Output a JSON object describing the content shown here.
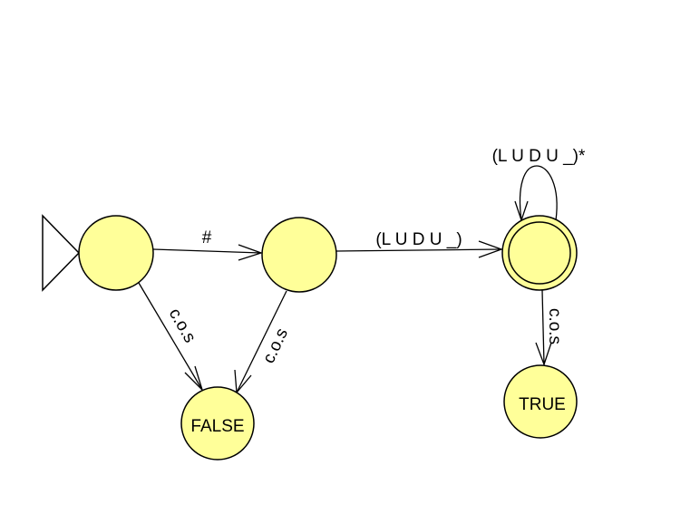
{
  "colors": {
    "state_fill": "#ffff99",
    "stroke": "#000000",
    "background": "#ffffff"
  },
  "states": {
    "q0": {
      "label": "",
      "initial": true
    },
    "q1": {
      "label": ""
    },
    "q2": {
      "label": "",
      "accepting": true
    },
    "false": {
      "label": "FALSE"
    },
    "true": {
      "label": "TRUE"
    }
  },
  "transitions": {
    "q0_q1": "#",
    "q1_q2": "(L U D U _)",
    "q2_loop": "(L U D U _)*",
    "q0_false": "c.o.s",
    "q1_false": "c.o.s",
    "q2_true": "c.o.s"
  }
}
